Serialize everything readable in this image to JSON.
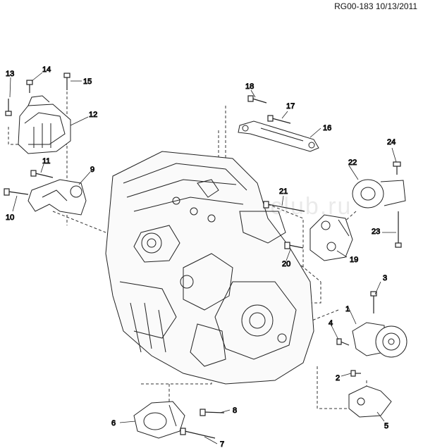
{
  "header": {
    "code": "RG00-183 10/13/2011"
  },
  "watermark": "www.autoclub.ru",
  "callouts": [
    "1",
    "2",
    "3",
    "4",
    "5",
    "6",
    "7",
    "8",
    "9",
    "10",
    "11",
    "12",
    "13",
    "14",
    "15",
    "16",
    "17",
    "18",
    "19",
    "20",
    "21",
    "22",
    "23",
    "24"
  ]
}
